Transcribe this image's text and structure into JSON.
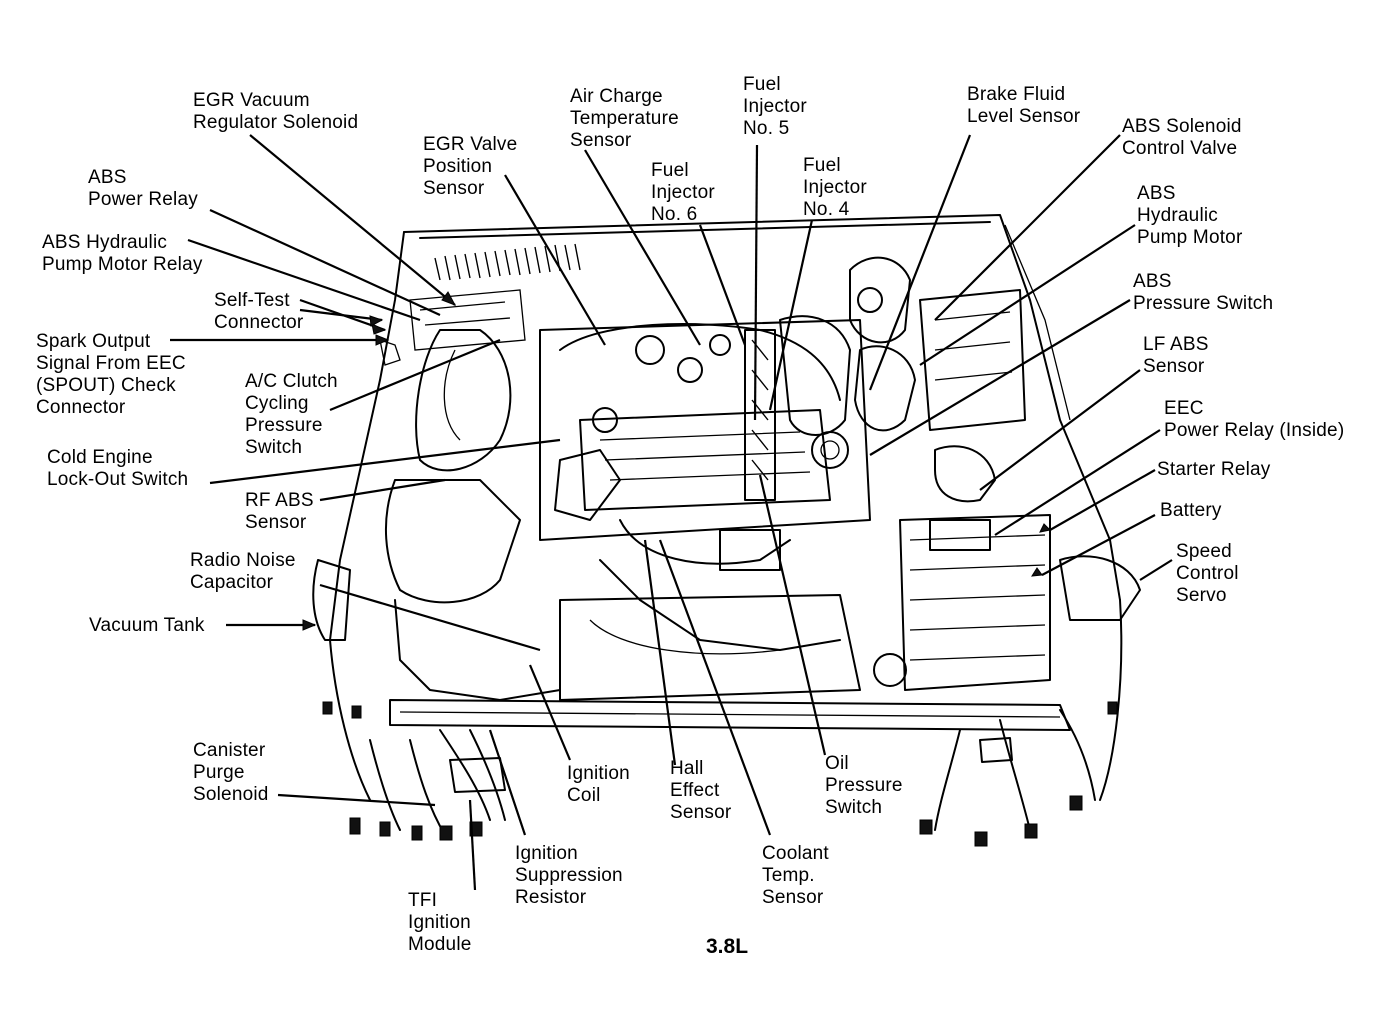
{
  "caption": "3.8L",
  "labels": {
    "egr_vacuum_regulator_solenoid": "EGR Vacuum\nRegulator Solenoid",
    "abs_power_relay": "ABS\nPower Relay",
    "abs_hydraulic_pump_motor_relay": "ABS Hydraulic\nPump Motor Relay",
    "self_test_connector": "Self-Test\nConnector",
    "spark_output_signal": "Spark Output\nSignal From EEC\n(SPOUT) Check\nConnector",
    "ac_clutch_cycling_pressure_switch": "A/C Clutch\nCycling\nPressure\nSwitch",
    "cold_engine_lockout_switch": "Cold Engine\nLock-Out Switch",
    "rf_abs_sensor": "RF ABS\nSensor",
    "radio_noise_capacitor": "Radio Noise\nCapacitor",
    "vacuum_tank": "Vacuum Tank",
    "canister_purge_solenoid": "Canister\nPurge\nSolenoid",
    "tfi_ignition_module": "TFI\nIgnition\nModule",
    "ignition_suppression_resistor": "Ignition\nSuppression\nResistor",
    "ignition_coil": "Ignition\nCoil",
    "hall_effect_sensor": "Hall\nEffect\nSensor",
    "coolant_temp_sensor": "Coolant\nTemp.\nSensor",
    "oil_pressure_switch": "Oil\nPressure\nSwitch",
    "egr_valve_position_sensor": "EGR Valve\nPosition\nSensor",
    "air_charge_temperature_sensor": "Air Charge\nTemperature\nSensor",
    "fuel_injector_no6": "Fuel\nInjector\nNo. 6",
    "fuel_injector_no5": "Fuel\nInjector\nNo. 5",
    "fuel_injector_no4": "Fuel\nInjector\nNo. 4",
    "brake_fluid_level_sensor": "Brake Fluid\nLevel Sensor",
    "abs_solenoid_control_valve": "ABS Solenoid\nControl Valve",
    "abs_hydraulic_pump_motor": "ABS\nHydraulic\nPump Motor",
    "abs_pressure_switch": "ABS\nPressure Switch",
    "lf_abs_sensor": "LF ABS\nSensor",
    "eec_power_relay": "EEC\nPower Relay (Inside)",
    "starter_relay": "Starter Relay",
    "battery": "Battery",
    "speed_control_servo": "Speed\nControl\nServo"
  }
}
